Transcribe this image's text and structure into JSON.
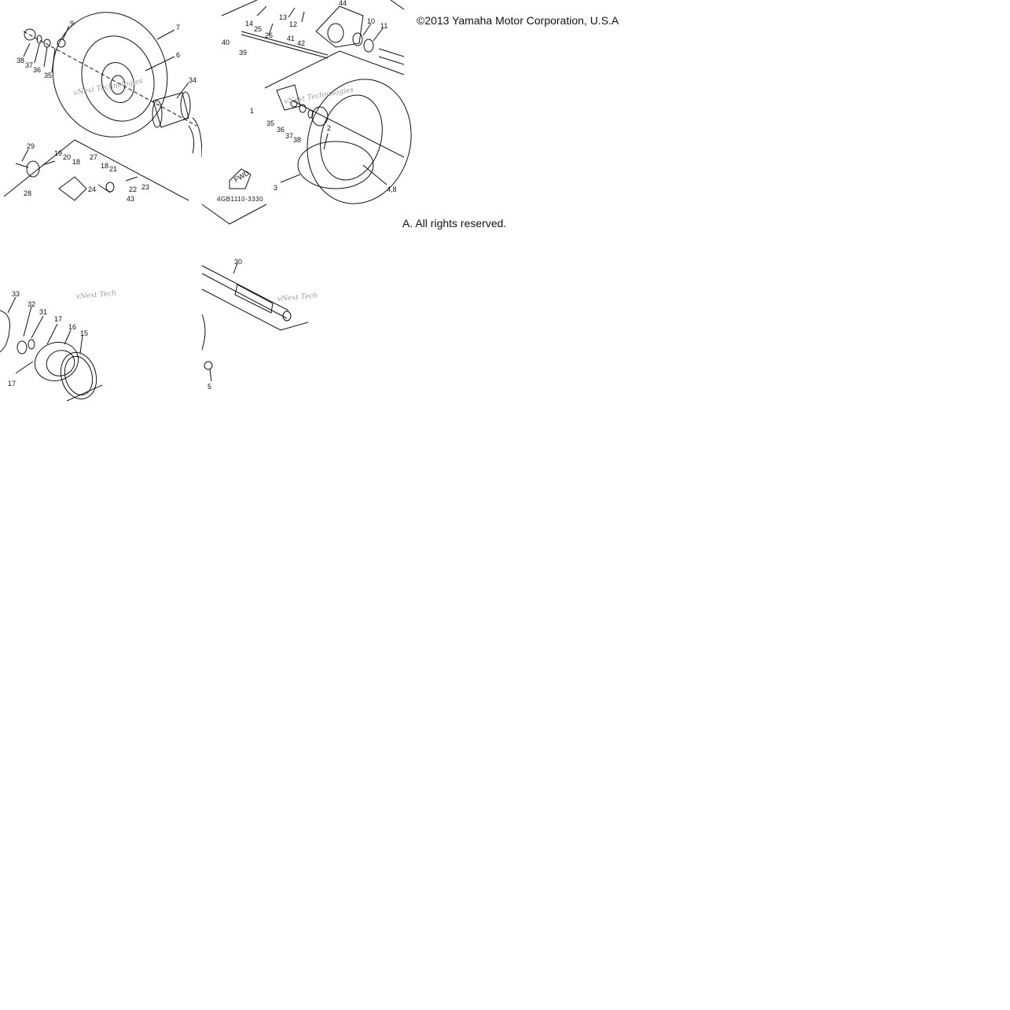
{
  "copyright_top": "©2013 Yamaha Motor Corporation, U.S.A",
  "copyright_bottom": "A. All rights reserved.",
  "watermark": "vNext Technologies",
  "watermark_short": "vNext Tech",
  "part_number": "4GB1110-3330",
  "arrow_label": "FWD",
  "callouts": {
    "c1": "1",
    "c2": "2",
    "c3": "3",
    "c48": "4,8",
    "c5": "5",
    "c6": "6",
    "c7": "7",
    "c9": "9",
    "c10": "10",
    "c11": "11",
    "c12": "12",
    "c13": "13",
    "c14": "14",
    "c15": "15",
    "c16": "16",
    "c17a": "17",
    "c17b": "17",
    "c18a": "18",
    "c18b": "18",
    "c19": "19",
    "c20": "20",
    "c21": "21",
    "c22": "22",
    "c23": "23",
    "c24": "24",
    "c25": "25",
    "c26": "26",
    "c27": "27",
    "c28": "28",
    "c29": "29",
    "c30": "30",
    "c31": "31",
    "c32": "32",
    "c33": "33",
    "c34": "34",
    "c35a": "35",
    "c35b": "35",
    "c36a": "36",
    "c36b": "36",
    "c37a": "37",
    "c37b": "37",
    "c38a": "38",
    "c38b": "38",
    "c39": "39",
    "c40": "40",
    "c41": "41",
    "c42": "42",
    "c43": "43",
    "c44": "44"
  }
}
